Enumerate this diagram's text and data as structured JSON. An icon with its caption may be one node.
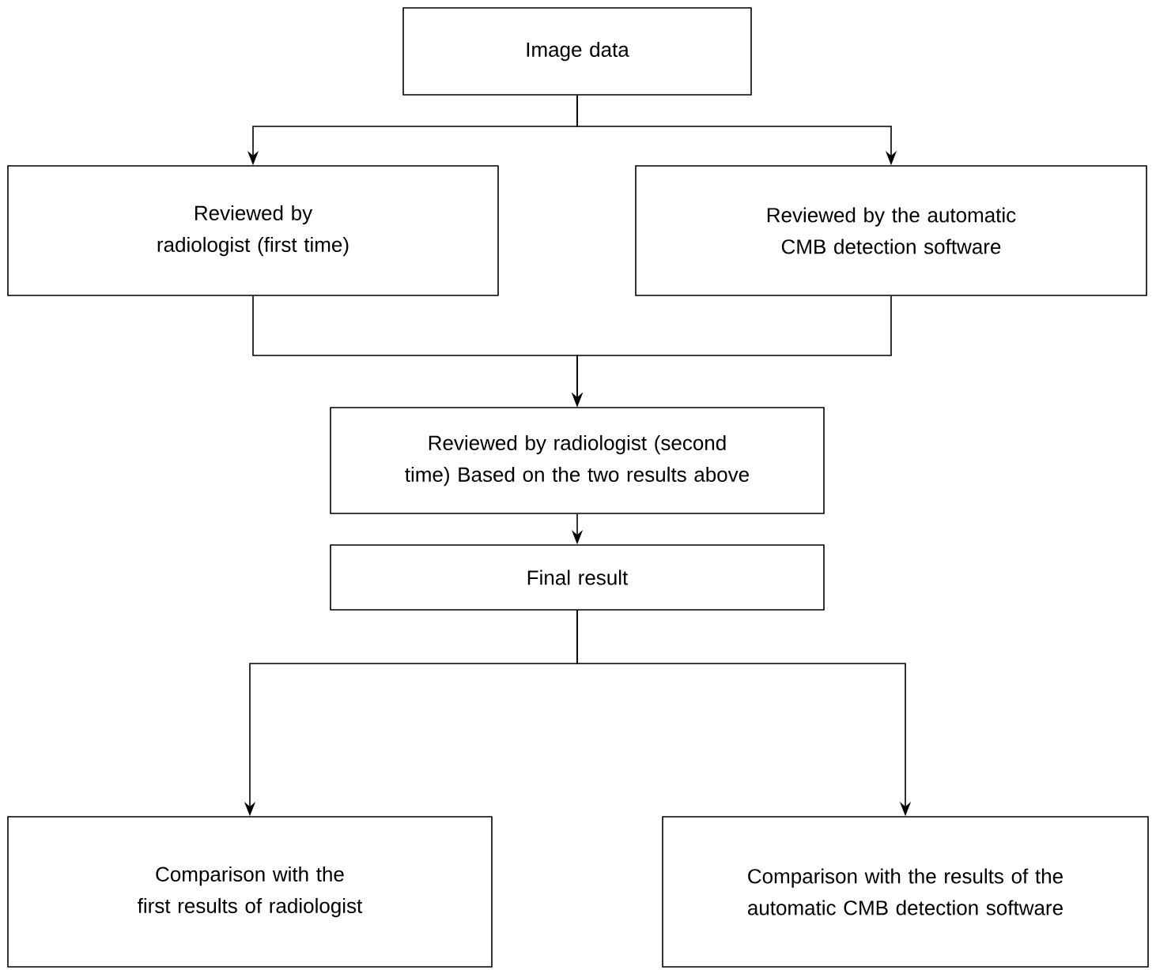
{
  "diagram": {
    "nodes": [
      {
        "text": [
          "Image data"
        ]
      },
      {
        "text": [
          "Reviewed by radiologist (first time)"
        ]
      },
      {
        "text": [
          "Reviewed by the automatic CMB detection software"
        ]
      },
      {
        "text": [
          "Reviewed by radiologist (second time) Based on the two results above"
        ]
      },
      {
        "text": [
          "Final result"
        ]
      },
      {
        "text": [
          "Comparison with the first results of radiologist"
        ]
      },
      {
        "text": [
          "Comparison with the results of the automatic CMB detection software"
        ]
      }
    ],
    "edges": [
      {
        "from": 0,
        "to": 1,
        "arrow": "to"
      },
      {
        "from": 0,
        "to": 2,
        "arrow": "to"
      },
      {
        "from": 1,
        "to": 3,
        "arrow": "to"
      },
      {
        "from": 2,
        "to": 3,
        "arrow": "to"
      },
      {
        "from": 3,
        "to": 4,
        "arrow": "to"
      },
      {
        "from": 4,
        "to": 5,
        "arrow": "to"
      },
      {
        "from": 4,
        "to": 6,
        "arrow": "to"
      }
    ]
  }
}
